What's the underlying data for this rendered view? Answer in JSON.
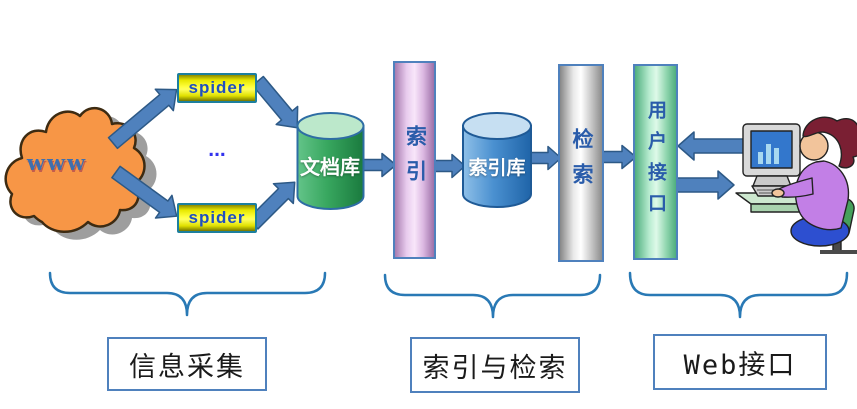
{
  "diagram": {
    "cloud": {
      "label": "www"
    },
    "spider_top": {
      "label": "spider"
    },
    "spider_bottom": {
      "label": "spider"
    },
    "ellipsis": "...",
    "nodes": {
      "doc_store": {
        "label": "文档库"
      },
      "indexing": {
        "label": "索引"
      },
      "index_store": {
        "label": "索引库"
      },
      "retrieval": {
        "label": "检索"
      },
      "user_interface": {
        "label": "用户接口"
      }
    },
    "group_labels": {
      "collection": "信息采集",
      "index_and_retrieval": "索引与检索",
      "web_interface": "Web接口"
    },
    "icons": {
      "cloud_icon": "www-cloud",
      "user_icon": "user-at-computer-clipart"
    },
    "colors": {
      "arrow_blue": "#4f81bd",
      "cloud_orange": "#f79646",
      "spider_yellow": "#ffff3d",
      "doc_cylinder_green": "#2f9e4f",
      "index_bar_pink": "#e9ccee",
      "index_cylinder_blue": "#4a90d0",
      "retrieval_bar_gray": "#e9e9e9",
      "ui_bar_green": "#b8ecd0",
      "brace_blue": "#2979b5"
    }
  }
}
